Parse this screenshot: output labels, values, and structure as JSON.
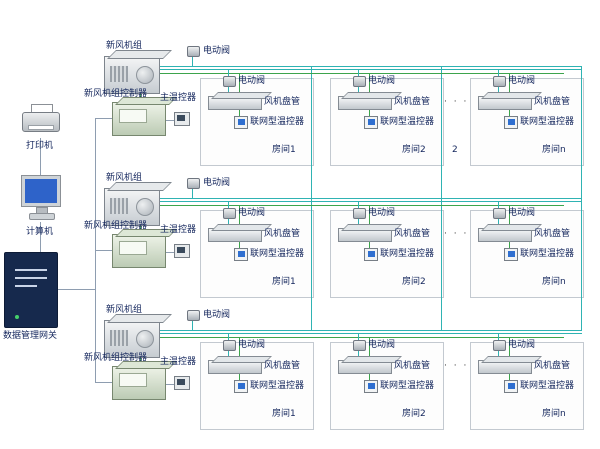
{
  "left_panel": {
    "printer_label": "打印机",
    "computer_label": "计算机",
    "gateway_label": "数据管理网关"
  },
  "rows": [
    {
      "ahu_label": "新风机组",
      "ahu_valve_label": "电动阀",
      "controller_label": "新风机组控制器",
      "main_thermostat_label": "主温控器",
      "ellipsis": "· · ·",
      "extra_label": "2",
      "rooms": [
        {
          "valve_label": "电动阀",
          "fan_coil_label": "风机盘管",
          "thermostat_label": "联网型温控器",
          "room_label": "房间1"
        },
        {
          "valve_label": "电动阀",
          "fan_coil_label": "风机盘管",
          "thermostat_label": "联网型温控器",
          "room_label": "房间2"
        },
        {
          "valve_label": "电动阀",
          "fan_coil_label": "风机盘管",
          "thermostat_label": "联网型温控器",
          "room_label": "房间n"
        }
      ]
    },
    {
      "ahu_label": "新风机组",
      "ahu_valve_label": "电动阀",
      "controller_label": "新风机组控制器",
      "main_thermostat_label": "主温控器",
      "ellipsis": "· · ·",
      "rooms": [
        {
          "valve_label": "电动阀",
          "fan_coil_label": "风机盘管",
          "thermostat_label": "联网型温控器",
          "room_label": "房间1"
        },
        {
          "valve_label": "电动阀",
          "fan_coil_label": "风机盘管",
          "thermostat_label": "联网型温控器",
          "room_label": "房间2"
        },
        {
          "valve_label": "电动阀",
          "fan_coil_label": "风机盘管",
          "thermostat_label": "联网型温控器",
          "room_label": "房间n"
        }
      ]
    },
    {
      "ahu_label": "新风机组",
      "ahu_valve_label": "电动阀",
      "controller_label": "新风机组控制器",
      "main_thermostat_label": "主温控器",
      "ellipsis": "· · ·",
      "rooms": [
        {
          "valve_label": "电动阀",
          "fan_coil_label": "风机盘管",
          "thermostat_label": "联网型温控器",
          "room_label": "房间1"
        },
        {
          "valve_label": "电动阀",
          "fan_coil_label": "风机盘管",
          "thermostat_label": "联网型温控器",
          "room_label": "房间2"
        },
        {
          "valve_label": "电动阀",
          "fan_coil_label": "风机盘管",
          "thermostat_label": "联网型温控器",
          "room_label": "房间n"
        }
      ]
    }
  ],
  "colors": {
    "pipe": "#2fb3b3",
    "bus": "#3da44c",
    "wire": "#8e9db0",
    "label": "#13255c"
  }
}
